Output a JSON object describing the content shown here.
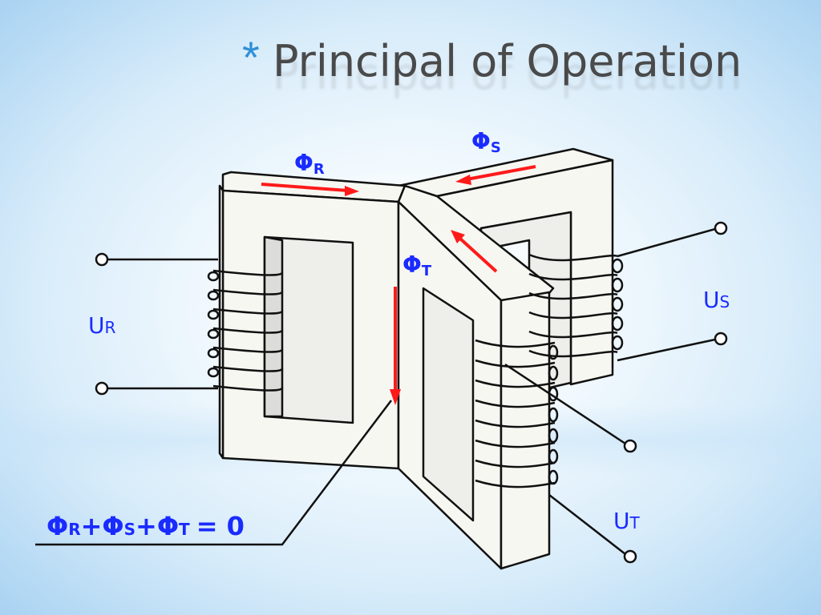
{
  "title": {
    "bullet": "*",
    "text": "Principal of Operation"
  },
  "labels": {
    "phi_r": {
      "sym": "Φ",
      "sub": "R"
    },
    "phi_s": {
      "sym": "Φ",
      "sub": "S"
    },
    "phi_t": {
      "sym": "Φ",
      "sub": "T"
    },
    "u_r": {
      "sym": "U",
      "sub": "R"
    },
    "u_s": {
      "sym": "U",
      "sub": "S"
    },
    "u_t": {
      "sym": "U",
      "sub": "T"
    }
  },
  "equation": {
    "p1": "Φ",
    "s1": "R",
    "op1": "+",
    "p2": "Φ",
    "s2": "S",
    "op2": "+",
    "p3": "Φ",
    "s3": "T",
    "eq": "= 0"
  },
  "colors": {
    "label_blue": "#1a2bff",
    "arrow_red": "#ff1a1a",
    "title_gray": "#4a4a4a",
    "star_blue": "#2f8fd6",
    "core_fill": "#f7f7f2",
    "outline": "#111111"
  }
}
